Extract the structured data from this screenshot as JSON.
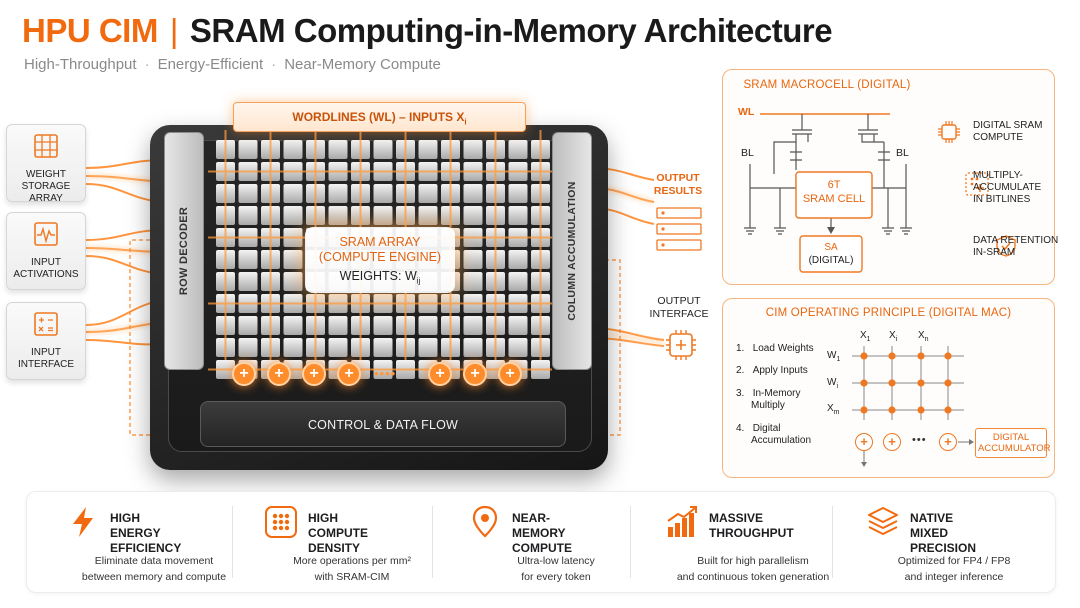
{
  "header": {
    "brand": "HPU CIM",
    "separator": "|",
    "title": "SRAM Computing-in-Memory Architecture",
    "tags": [
      "High-Throughput",
      "Energy-Efficient",
      "Near-Memory Compute"
    ],
    "tag_separator": "·"
  },
  "left_inputs": [
    {
      "label": "WEIGHT STORAGE ARRAY",
      "icon": "grid-icon"
    },
    {
      "label": "INPUT ACTIVATIONS",
      "icon": "waveform-icon"
    },
    {
      "label": "INPUT INTERFACE",
      "icon": "formula-icon"
    }
  ],
  "chip": {
    "wordlines": "WORDLINES (WL) – INPUTS X",
    "wordlines_sub": "i",
    "row_decoder": "ROW DECODER",
    "column_accumulation": "COLUMN ACCUMULATION",
    "array_title_1": "SRAM ARRAY",
    "array_title_2": "(COMPUTE ENGINE)",
    "weights": "WEIGHTS: W",
    "weights_sub": "ij",
    "adder_ellipsis": "••••",
    "control": "CONTROL & DATA FLOW",
    "adder_symbol": "+"
  },
  "outputs": {
    "results_1": "OUTPUT",
    "results_2": "RESULTS",
    "interface_1": "OUTPUT",
    "interface_2": "INTERFACE"
  },
  "macrocell": {
    "title": "SRAM MACROCELL (DIGITAL)",
    "wl": "WL",
    "bl_left": "BL",
    "bl_right": "BL",
    "cell_1": "6T",
    "cell_2": "SRAM CELL",
    "sa_1": "SA",
    "sa_2": "(DIGITAL)",
    "legend": [
      {
        "icon": "chip-icon",
        "text_1": "DIGITAL SRAM",
        "text_2": "COMPUTE"
      },
      {
        "icon": "mac-grid-icon",
        "text_1": "MULTIPLY-",
        "text_2": "ACCUMULATE",
        "text_3": "IN BITLINES"
      },
      {
        "icon": "shield-check-icon",
        "text_1": "DATA RETENTION",
        "text_2": "IN-SRAM"
      }
    ]
  },
  "principle": {
    "title": "CIM OPERATING PRINCIPLE (DIGITAL MAC)",
    "steps": [
      {
        "num": "1.",
        "text_1": "Load Weights",
        "text_2": ""
      },
      {
        "num": "2.",
        "text_1": "Apply Inputs",
        "text_2": ""
      },
      {
        "num": "3.",
        "text_1": "In-Memory",
        "text_2": "Multiply"
      },
      {
        "num": "4.",
        "text_1": "Digital",
        "text_2": "Accumulation"
      }
    ],
    "col_labels": [
      {
        "base": "X",
        "sub": "1"
      },
      {
        "base": "X",
        "sub": "i"
      },
      {
        "base": "X",
        "sub": "n"
      }
    ],
    "row_labels": [
      {
        "base": "W",
        "sub": "1"
      },
      {
        "base": "W",
        "sub": "i"
      },
      {
        "base": "X",
        "sub": "m"
      }
    ],
    "ellipsis": "•••",
    "adder_symbol": "+",
    "accumulator_1": "DIGITAL",
    "accumulator_2": "ACCUMULATOR"
  },
  "features": [
    {
      "icon": "lightning-icon",
      "title_1": "HIGH ENERGY",
      "title_2": "EFFICIENCY",
      "desc_1": "Eliminate data movement",
      "desc_2": "between memory and compute"
    },
    {
      "icon": "dot-grid-icon",
      "title_1": "HIGH COMPUTE",
      "title_2": "DENSITY",
      "desc_1": "More operations per mm²",
      "desc_2": "with SRAM-CIM"
    },
    {
      "icon": "location-pin-icon",
      "title_1": "NEAR-MEMORY",
      "title_2": "COMPUTE",
      "desc_1": "Ultra-low latency",
      "desc_2": "for every token"
    },
    {
      "icon": "bar-chart-icon",
      "title_1": "MASSIVE",
      "title_2": "THROUGHPUT",
      "desc_1": "Built for high parallelism",
      "desc_2": "and continuous token generation"
    },
    {
      "icon": "layers-icon",
      "title_1": "NATIVE MIXED",
      "title_2": "PRECISION",
      "desc_1": "Optimized for FP4 / FP8",
      "desc_2": "and integer inference"
    }
  ],
  "colors": {
    "accent": "#f26a0f",
    "dark": "#1a1a1a",
    "panel_border": "#f6b47e"
  }
}
